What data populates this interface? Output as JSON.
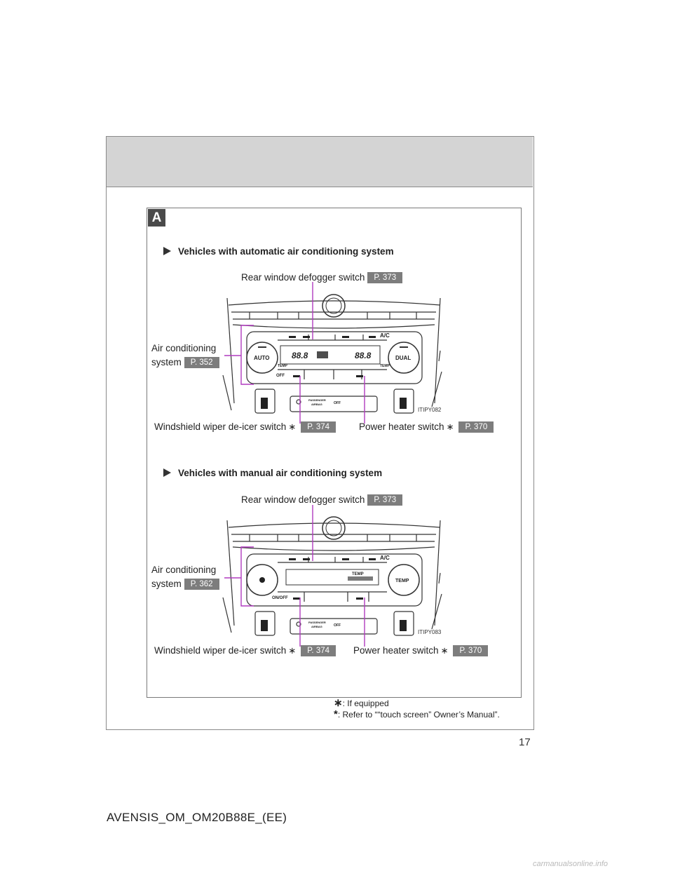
{
  "section": {
    "badge": "A",
    "page_number": "17",
    "footer_code": "AVENSIS_OM_OM20B88E_(EE)",
    "watermark": "carmanualsonline.info"
  },
  "auto_system": {
    "heading": "Vehicles with automatic air conditioning system",
    "rear_defogger": {
      "text": "Rear window defogger switch",
      "page": "P. 373"
    },
    "ac_system": {
      "line1": "Air conditioning",
      "line2": "system",
      "page": "P. 352"
    },
    "wiper_deicer": {
      "text": "Windshield wiper de-icer switch",
      "star": "∗",
      "page": "P. 374"
    },
    "power_heater": {
      "text": "Power heater switch",
      "star": "∗",
      "page": "P. 370"
    },
    "figure_code": "ITIPY082",
    "panel": {
      "auto": "AUTO",
      "dual": "DUAL",
      "temp": "TEMP",
      "ac": "A/C",
      "off": "OFF",
      "display_left": "88.8",
      "display_right": "88.8",
      "passenger": "PASSENGER",
      "airbag": "AIRBAG",
      "airbag_off": "OFF"
    }
  },
  "manual_system": {
    "heading": "Vehicles with manual air conditioning system",
    "rear_defogger": {
      "text": "Rear window defogger switch",
      "page": "P. 373"
    },
    "ac_system": {
      "line1": "Air conditioning",
      "line2": "system",
      "page": "P. 362"
    },
    "wiper_deicer": {
      "text": "Windshield wiper de-icer switch",
      "star": "∗",
      "page": "P. 374"
    },
    "power_heater": {
      "text": "Power heater switch",
      "star": "∗",
      "page": "P. 370"
    },
    "figure_code": "ITIPY083",
    "panel": {
      "temp": "TEMP",
      "temp_right": "TEMP",
      "ac": "A/C",
      "onoff": "ON/OFF",
      "passenger": "PASSENGER",
      "airbag": "AIRBAG",
      "airbag_off": "OFF"
    }
  },
  "notes": {
    "note1_mark": "∗",
    "note1": ": If equipped",
    "note2_mark": "*",
    "note2": ": Refer to ““touch screen” Owner’s Manual”."
  },
  "colors": {
    "leader_line": "#b13bbf",
    "page_badge": "#7d7d7d",
    "header_band": "#d4d4d4"
  }
}
